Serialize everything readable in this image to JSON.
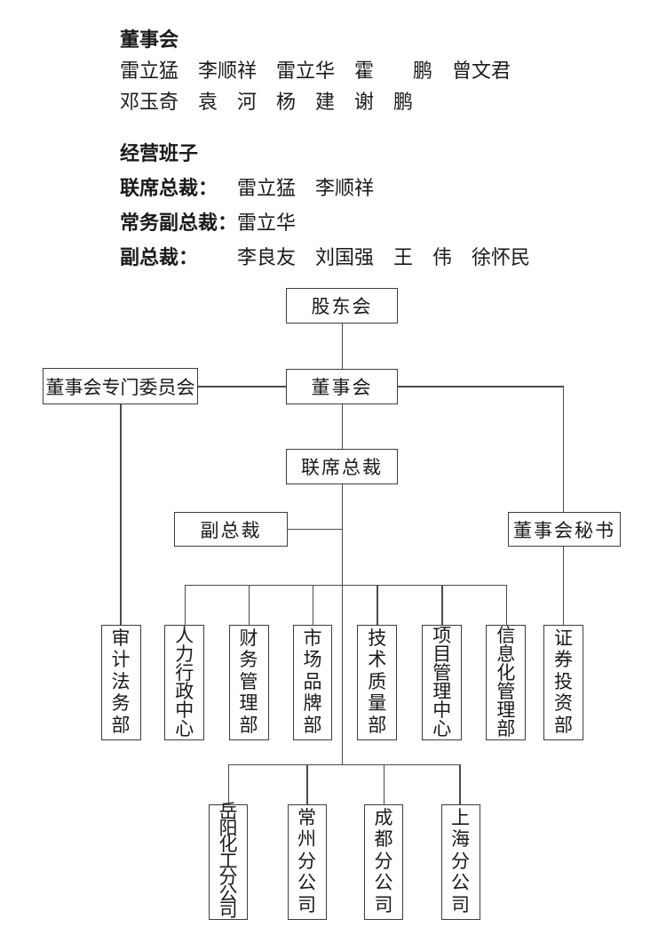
{
  "intro": {
    "board_heading": "董事会",
    "board_members_line1": "雷立猛　李顺祥　雷立华　霍　　鹏　曾文君",
    "board_members_line2": "邓玉奇　袁　河　杨　建　谢　鹏",
    "management_heading": "经营班子",
    "management_rows": [
      {
        "label": "联席总裁：",
        "value": "雷立猛　李顺祥"
      },
      {
        "label": "常务副总裁：",
        "value": "雷立华"
      },
      {
        "label": "副总裁：",
        "value": "李良友　刘国强　王　伟　徐怀民"
      }
    ]
  },
  "org_chart": {
    "shareholders_meeting": "股东会",
    "board_of_directors": "董事会",
    "board_special_committee": "董事会专门委员会",
    "co_presidents": "联席总裁",
    "vice_presidents": "副总裁",
    "board_secretary": "董事会秘书",
    "departments": [
      "审计法务部",
      "人力行政中心",
      "财务管理部",
      "市场品牌部",
      "技术质量部",
      "项目管理中心",
      "信息化管理部",
      "证券投资部"
    ],
    "branches": [
      "岳阳化工分公司",
      "常州分公司",
      "成都分公司",
      "上海分公司"
    ]
  },
  "colors": {
    "background": "#ffffff",
    "text": "#1a1a1a",
    "box_border": "#3d3d3d",
    "connector_line": "#4a4a4a"
  }
}
